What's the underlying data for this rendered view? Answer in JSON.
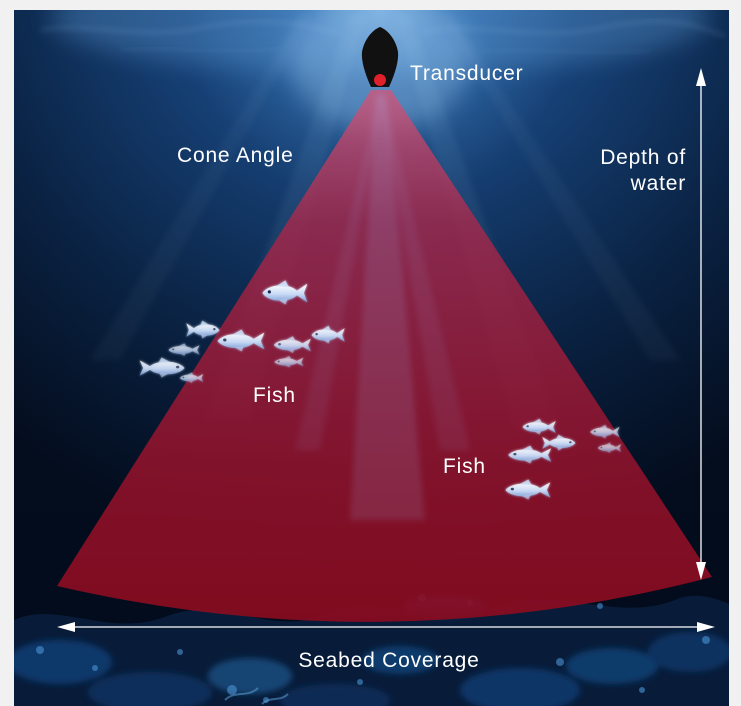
{
  "diagram": {
    "transducer_label": "Transducer",
    "cone_angle_label": "Cone Angle",
    "depth_label": [
      "Depth of",
      "water"
    ],
    "fish_labels": [
      "Fish",
      "Fish"
    ],
    "seabed_coverage_label": "Seabed Coverage"
  },
  "colors": {
    "cone": "#a3172f",
    "water": "#0d2c57",
    "text": "#ffffff",
    "frame": "#f1f1f1",
    "transducer": "#111111",
    "sensor": "#e0202a"
  },
  "icons": {
    "transducer": "transducer-icon",
    "fish": "fish-icon"
  }
}
